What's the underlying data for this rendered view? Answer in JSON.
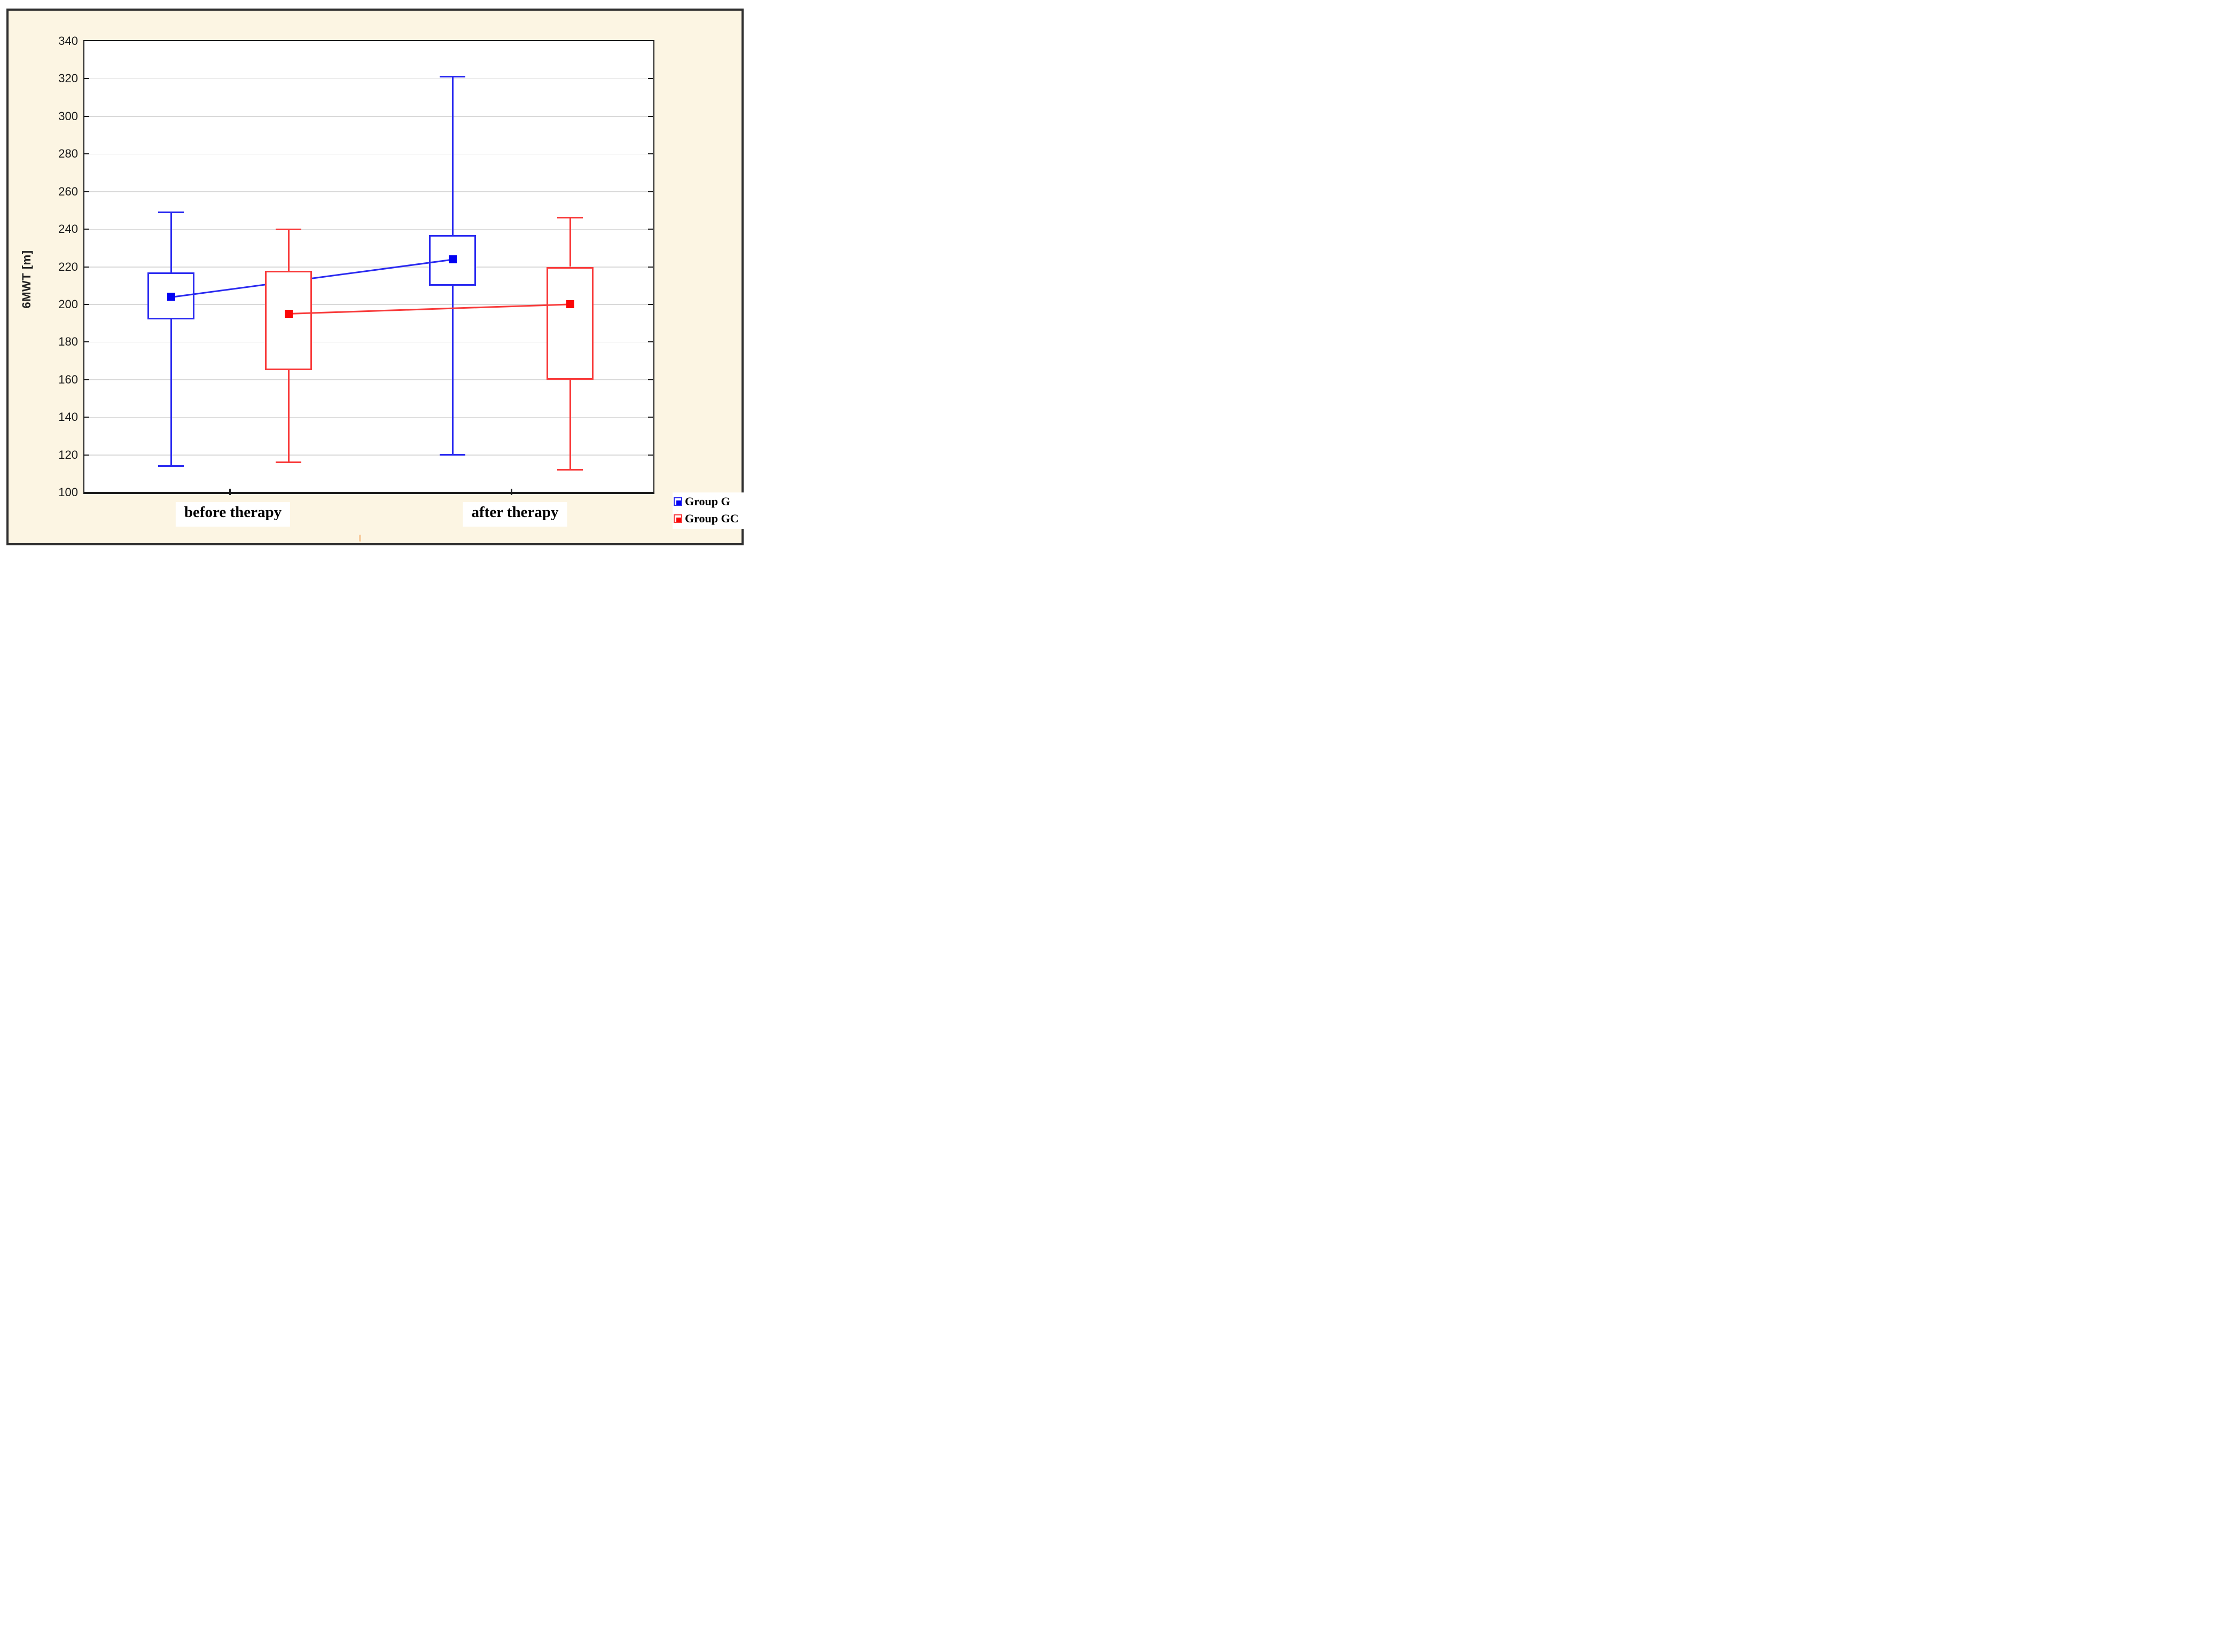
{
  "colors": {
    "background": "#fcf5e3",
    "plot_background": "#ffffff",
    "figure_border": "#2f2f2f",
    "axis": "#1c1c1c",
    "grid": "#d9d9d9",
    "group_g_stroke": "#2a2af0",
    "group_g_fill": "#0202f2",
    "group_gc_stroke": "#f83a3a",
    "group_gc_fill": "#fb0707",
    "tick_text": "#1a1a1a",
    "artifact_mark": "#f6c493"
  },
  "chart_data": {
    "type": "box",
    "title": "",
    "xlabel": "",
    "ylabel": "6MWT [m]",
    "ylim": [
      100,
      340
    ],
    "y_ticks": [
      100,
      120,
      140,
      160,
      180,
      200,
      220,
      240,
      260,
      280,
      300,
      320,
      340
    ],
    "grid": "horizontal",
    "legend_position": "bottom-right",
    "marker": "square",
    "connect_means": true,
    "categories": [
      "before therapy",
      "after therapy"
    ],
    "series": [
      {
        "name": "Group G",
        "color": "#2a2af0",
        "marker_color": "#0202f2",
        "boxes": [
          {
            "category": "before therapy",
            "whisker_low": 114,
            "q1": 192,
            "mean": 204,
            "q3": 217,
            "whisker_high": 249
          },
          {
            "category": "after therapy",
            "whisker_low": 120,
            "q1": 210,
            "mean": 224,
            "q3": 237,
            "whisker_high": 321
          }
        ]
      },
      {
        "name": "Group GC",
        "color": "#f83a3a",
        "marker_color": "#fb0707",
        "boxes": [
          {
            "category": "before therapy",
            "whisker_low": 116,
            "q1": 165,
            "mean": 195,
            "q3": 218,
            "whisker_high": 240
          },
          {
            "category": "after therapy",
            "whisker_low": 112,
            "q1": 160,
            "mean": 200,
            "q3": 220,
            "whisker_high": 246
          }
        ]
      }
    ]
  },
  "legend": {
    "items": [
      {
        "label": "Group G",
        "color": "#2a2af0",
        "fill": "#0202f2"
      },
      {
        "label": "Group GC",
        "color": "#f83a3a",
        "fill": "#fb0707"
      }
    ]
  }
}
